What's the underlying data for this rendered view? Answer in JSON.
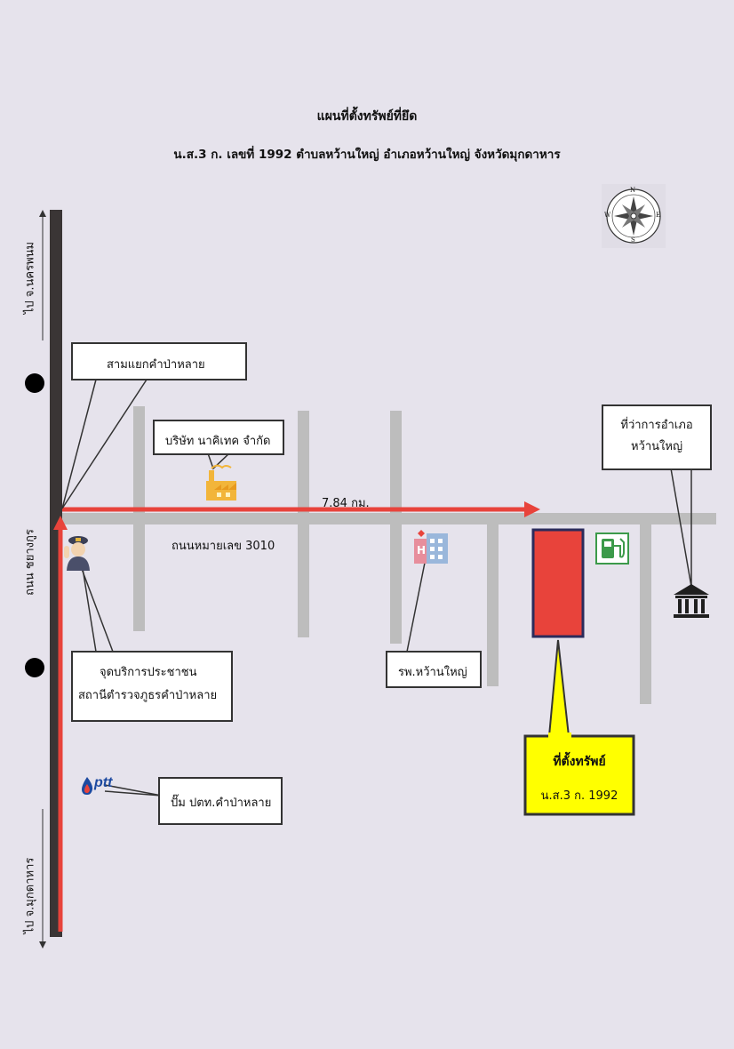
{
  "header": {
    "title": "แผนที่ตั้งทรัพย์ที่ยึด",
    "subtitle": "น.ส.3 ก. เลขที่ 1992 ตำบลหว้านใหญ่ อำเภอหว้านใหญ่ จังหวัดมุกดาหาร"
  },
  "compass": {
    "n": "N",
    "s": "S",
    "e": "E",
    "w": "W"
  },
  "main_road": {
    "label": "ถนน ชยางกูร",
    "to_north": "ไป จ.นครพนม",
    "to_south": "ไป จ.มุกดาหาร"
  },
  "side_road": {
    "label": "ถนนหมายเลข 3010",
    "distance": "7.84 กม."
  },
  "callouts": {
    "junction": "สามแยกคำป่าหลาย",
    "company": "บริษัท นาคิเทค จำกัด",
    "district_office_line1": "ที่ว่าการอำเภอ",
    "district_office_line2": "หว้านใหญ่",
    "police_line1": "จุดบริการประชาชน",
    "police_line2": "สถานีตำรวจภูธรคำป่าหลาย",
    "hospital": "รพ.หว้านใหญ่",
    "gas_station": "ปั๊ม ปตท.คำป่าหลาย",
    "property_line1": "ที่ตั้งทรัพย์",
    "property_line2": "น.ส.3 ก. 1992"
  },
  "logos": {
    "ptt": "ptt"
  },
  "colors": {
    "road": "#bdbdbd",
    "main_road": "#3a3535",
    "route": "#e8433b",
    "property_fill": "#e8433b",
    "property_label_fill": "#ffff00"
  }
}
